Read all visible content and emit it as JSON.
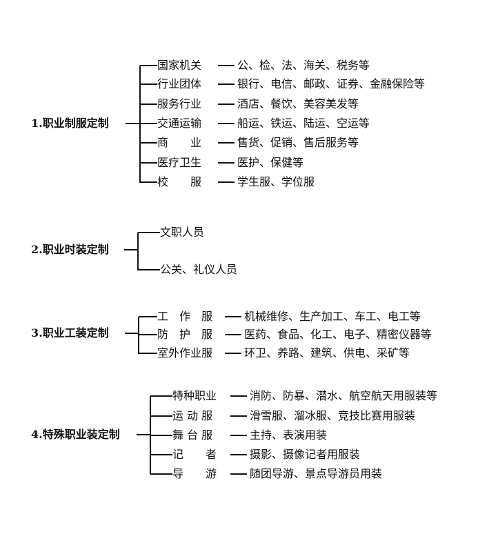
{
  "groups": [
    {
      "title": "1.职业制服定制",
      "items": [
        {
          "name": "国家机关",
          "detail": "公、检、法、海关、税务等"
        },
        {
          "name": "行业团体",
          "detail": "银行、电信、邮政、证券、金融保险等"
        },
        {
          "name": "服务行业",
          "detail": "酒店、餐饮、美容美发等"
        },
        {
          "name": "交通运输",
          "detail": "船运、铁运、陆运、空运等"
        },
        {
          "name": "商　　业",
          "detail": "售货、促销、售后服务等"
        },
        {
          "name": "医疗卫生",
          "detail": "医护、保健等"
        },
        {
          "name": "校　　服",
          "detail": "学生服、学位服"
        }
      ]
    },
    {
      "title": "2.职业时装定制",
      "items": [
        {
          "name": "文职人员",
          "detail": ""
        },
        {
          "name": "公关、礼仪人员",
          "detail": ""
        }
      ]
    },
    {
      "title": "3.职业工装定制",
      "items": [
        {
          "name": "工　作　服",
          "detail": "机械维修、生产加工、车工、电工等"
        },
        {
          "name": "防　护　服",
          "detail": "医药、食品、化工、电子、精密仪器等"
        },
        {
          "name": "室外作业服",
          "detail": "环卫、养路、建筑、供电、采矿等"
        }
      ]
    },
    {
      "title": "4.特殊职业装定制",
      "items": [
        {
          "name": "特种职业",
          "detail": "消防、防暴、潜水、航空航天用服装等"
        },
        {
          "name": "运 动 服",
          "detail": "滑雪服、溜冰服、竞技比赛用服装"
        },
        {
          "name": "舞 台 服",
          "detail": "主持、表演用装"
        },
        {
          "name": "记　　者",
          "detail": "摄影、摄像记者用服装"
        },
        {
          "name": "导　　游",
          "detail": "随团导游、景点导游员用装"
        }
      ]
    }
  ]
}
